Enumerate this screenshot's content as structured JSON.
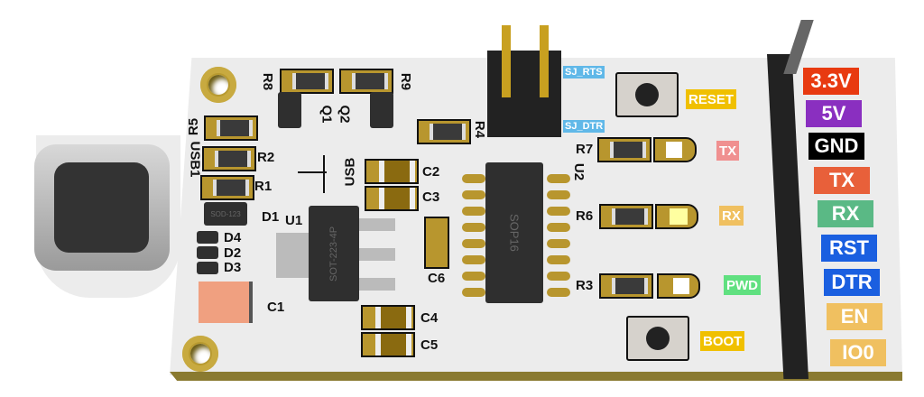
{
  "board": {
    "silkscreen": {
      "R8": "R8",
      "R9": "R9",
      "Q1": "Q1",
      "Q2": "Q2",
      "R5": "R5",
      "R2": "R2",
      "R1": "R1",
      "D1": "D1",
      "D4": "D4",
      "D2": "D2",
      "D3": "D3",
      "C1": "C1",
      "U1": "U1",
      "C2": "C2",
      "C3": "C3",
      "C6": "C6",
      "C4": "C4",
      "C5": "C5",
      "R4": "R4",
      "U2": "U2",
      "R7": "R7",
      "R6": "R6",
      "R3": "R3",
      "USB1": "USB1",
      "USB": "USB"
    },
    "chips": {
      "diode": "SOD-123",
      "regulator": "SOT-223-4P",
      "uart": "SOP16"
    },
    "jumper_labels": {
      "rts": "SJ_RTS",
      "dtr": "SJ_DTR"
    },
    "buttons": {
      "reset": "RESET",
      "boot": "BOOT"
    },
    "leds": {
      "tx": "TX",
      "rx": "RX",
      "pwd": "PWD"
    },
    "pins": [
      {
        "label": "3.3V",
        "color": "#e83a10"
      },
      {
        "label": "5V",
        "color": "#8a2fc0"
      },
      {
        "label": "GND",
        "color": "#000000"
      },
      {
        "label": "TX",
        "color": "#e8603a"
      },
      {
        "label": "RX",
        "color": "#5ab985"
      },
      {
        "label": "RST",
        "color": "#1a5fe0"
      },
      {
        "label": "DTR",
        "color": "#1a5fe0"
      },
      {
        "label": "EN",
        "color": "#f0c060"
      },
      {
        "label": "IO0",
        "color": "#f0c060"
      }
    ]
  }
}
